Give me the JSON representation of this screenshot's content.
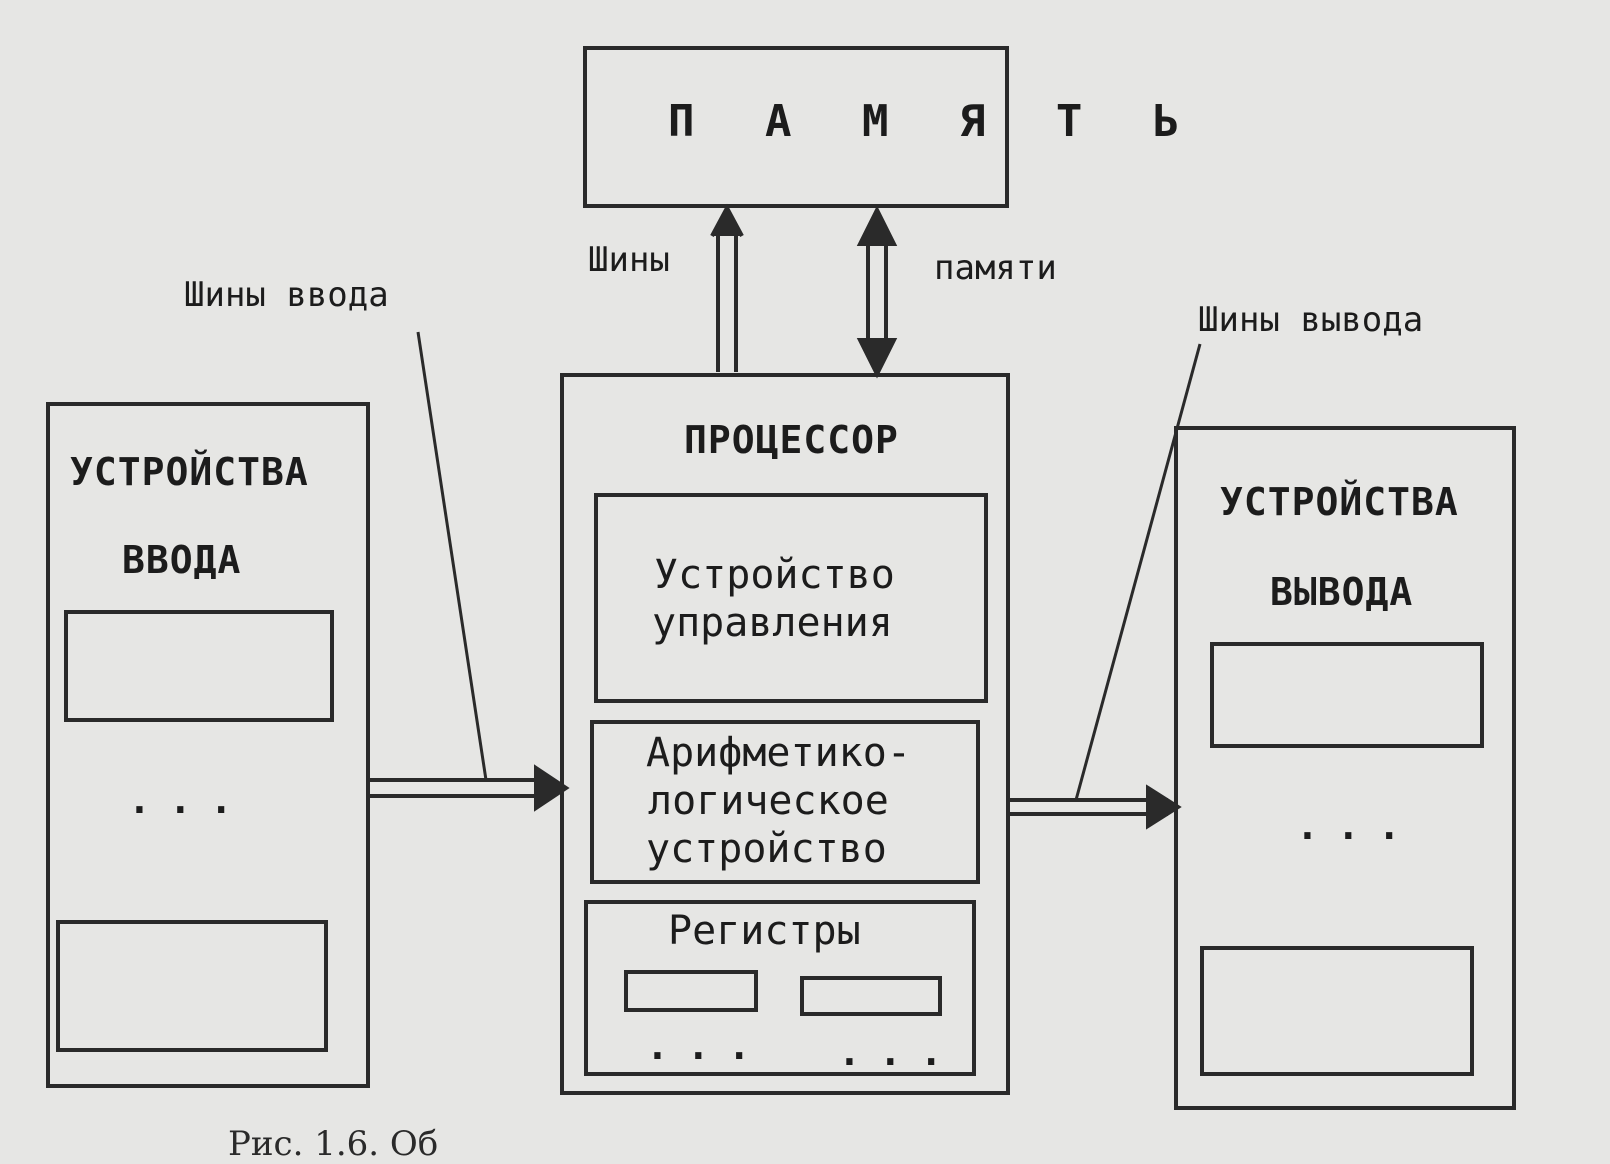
{
  "memory": {
    "label": "П А М Я Т Ь"
  },
  "memory_bus": {
    "left": "Шины",
    "right": "памяти"
  },
  "input_bus": {
    "label": "Шины ввода"
  },
  "output_bus": {
    "label": "Шины вывода"
  },
  "input_devices": {
    "line1": "УСТРОЙСТВА",
    "line2": "ВВОДА",
    "dots": "..."
  },
  "output_devices": {
    "line1": "УСТРОЙСТВА",
    "line2": "ВЫВОДА",
    "dots": "..."
  },
  "processor": {
    "title": "ПРОЦЕССОР",
    "control_unit": {
      "line1": "Устройство",
      "line2": "управления"
    },
    "alu": {
      "line1": "Арифметико-",
      "line2": "логическое",
      "line3": "устройство"
    },
    "registers": {
      "title": "Регистры",
      "dots_left": "...",
      "dots_right": "..."
    }
  },
  "caption": "Рис. 1.6. Об"
}
